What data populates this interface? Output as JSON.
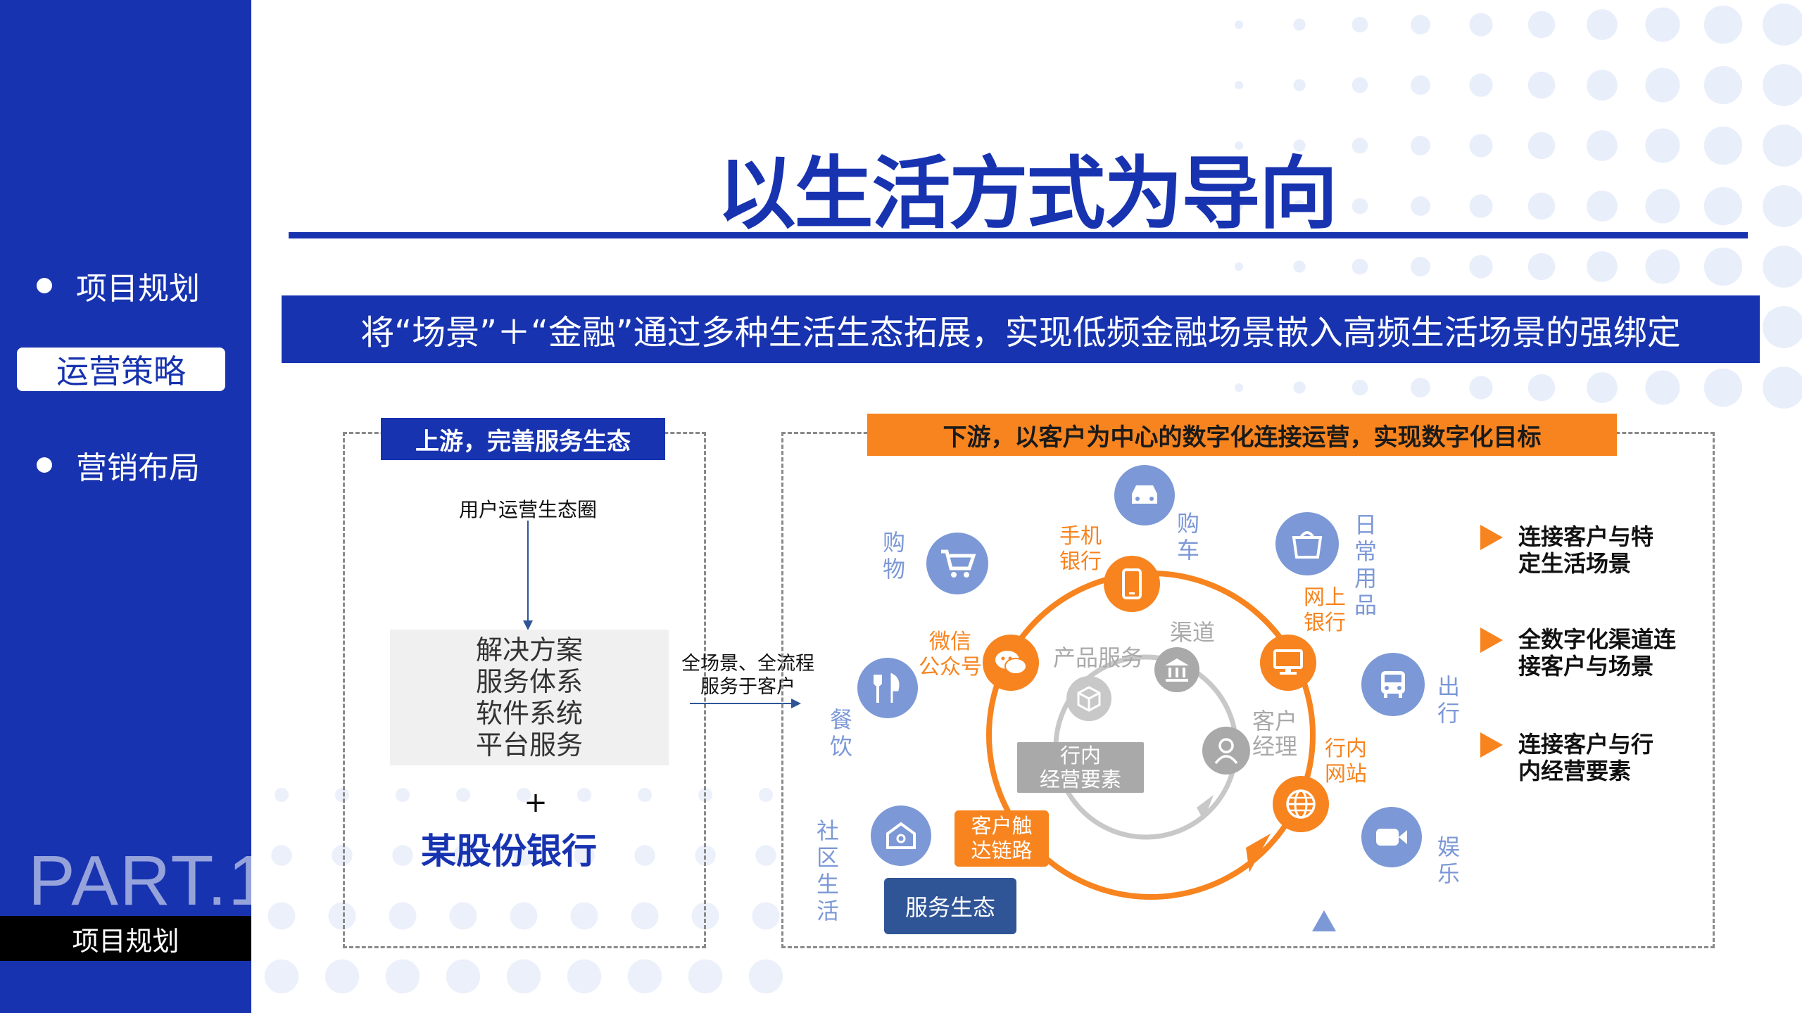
{
  "sidebar": {
    "nav": [
      "项目规划",
      "运营策略",
      "营销布局"
    ],
    "part_label": "PART.1",
    "part_sub": "项目规划"
  },
  "title": "以生活方式为导向",
  "banner": "将“场景”＋“金融”通过多种生活生态拓展，实现低频金融场景嵌入高频生活场景的强绑定",
  "upstream": {
    "header": "上游，完善服务生态",
    "circle_label": "用户运营生态圈",
    "solutions": [
      "解决方案",
      "服务体系",
      "软件系统",
      "平台服务"
    ],
    "plus": "+",
    "bank": "某股份银行"
  },
  "middle_label": [
    "全场景、全流程",
    "服务于客户"
  ],
  "downstream": {
    "header": "下游，以客户为中心的数字化连接运营，实现数字化目标",
    "outer_scenes": {
      "shopping": "购物",
      "car": "购车",
      "daily": "日常用品",
      "travel": "出行",
      "dining": "餐饮",
      "community": "社区生活",
      "entertainment": "娱乐"
    },
    "channels": {
      "mobile_bank": [
        "手机",
        "银行"
      ],
      "wechat": [
        "微信",
        "公众号"
      ],
      "online_bank": [
        "网上",
        "银行"
      ],
      "branch_site": [
        "行内",
        "网站"
      ]
    },
    "inner": {
      "product": "产品服务",
      "channel": "渠道",
      "manager": [
        "客户",
        "经理"
      ],
      "elements": [
        "行内",
        "经营要素"
      ]
    },
    "chain": [
      "客户触",
      "达链路"
    ],
    "eco": "服务生态"
  },
  "goals": [
    [
      "连接客户与特",
      "定生活场景"
    ],
    [
      "全数字化渠道连",
      "接客户与场景"
    ],
    [
      "连接客户与行",
      "内经营要素"
    ]
  ],
  "colors": {
    "blue": "#1733b0",
    "orange": "#f7841f",
    "light_blue": "#7c98d6",
    "gray": "#a9a9a9",
    "navy": "#2f5597"
  }
}
